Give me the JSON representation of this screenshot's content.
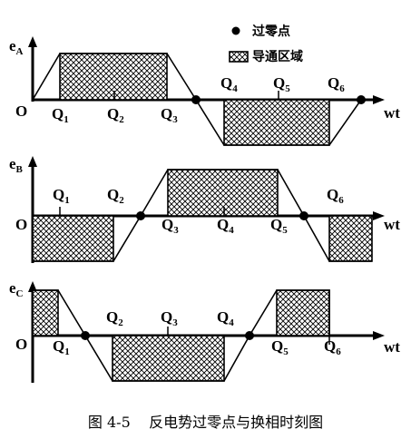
{
  "legend": {
    "zero_crossing_label": "过零点",
    "conduction_label": "导通区域"
  },
  "axes": {
    "origin_label": "O",
    "time_label": "wt",
    "a": {
      "label_main": "e",
      "label_sub": "A"
    },
    "b": {
      "label_main": "e",
      "label_sub": "B"
    },
    "c": {
      "label_main": "e",
      "label_sub": "C"
    }
  },
  "points": {
    "q1": {
      "main": "Q",
      "sub": "1"
    },
    "q2": {
      "main": "Q",
      "sub": "2"
    },
    "q3": {
      "main": "Q",
      "sub": "3"
    },
    "q4": {
      "main": "Q",
      "sub": "4"
    },
    "q5": {
      "main": "Q",
      "sub": "5"
    },
    "q6": {
      "main": "Q",
      "sub": "6"
    }
  },
  "caption": {
    "number": "图 4-5",
    "title": "反电势过零点与换相时刻图"
  }
}
